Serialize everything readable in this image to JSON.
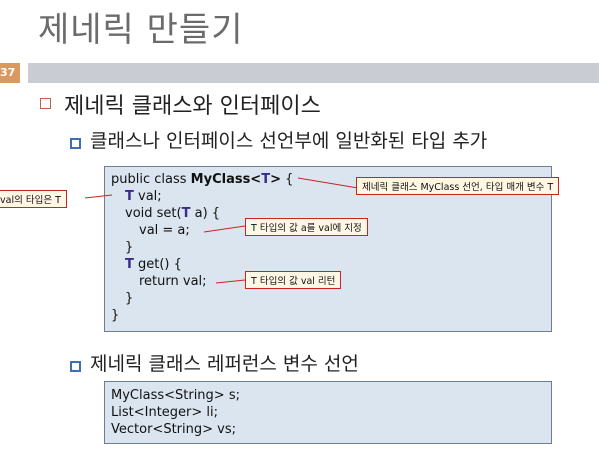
{
  "slide": {
    "title": "제네릭 만들기",
    "page_number": "37",
    "bullet_level1": "제네릭 클래스와 인터페이스",
    "bullet_level2_a": "클래스나 인터페이스 선언부에 일반화된 타입 추가",
    "bullet_level2_b": "제네릭 클래스 레퍼런스 변수 선언"
  },
  "code1": {
    "l1_pre": "public class ",
    "l1_cls": "MyClass<",
    "l1_t": "T",
    "l1_post": "> {",
    "l2_t": "T",
    "l2_post": " val;",
    "l3_pre": "void set(",
    "l3_t": "T",
    "l3_post": " a) {",
    "l4": "val = a;",
    "l5": "}",
    "l6_t": "T",
    "l6_post": " get() {",
    "l7": "return val;",
    "l8": "}",
    "l9": "}"
  },
  "code2": {
    "l1": "MyClass<String> s;",
    "l2": "List<Integer> li;",
    "l3": "Vector<String> vs;"
  },
  "callouts": {
    "class_decl": "제네릭 클래스 MyClass 선언, 타입 매개 변수 T",
    "val_type": "val의 타입은 T",
    "assign": "T 타입의 값 a를 val에 지정",
    "return": "T 타입의 값 val 리턴"
  },
  "colors": {
    "code_bg": "#dbe5ef",
    "callout_border": "#cc2222",
    "type_param": "#3a2a8a"
  }
}
